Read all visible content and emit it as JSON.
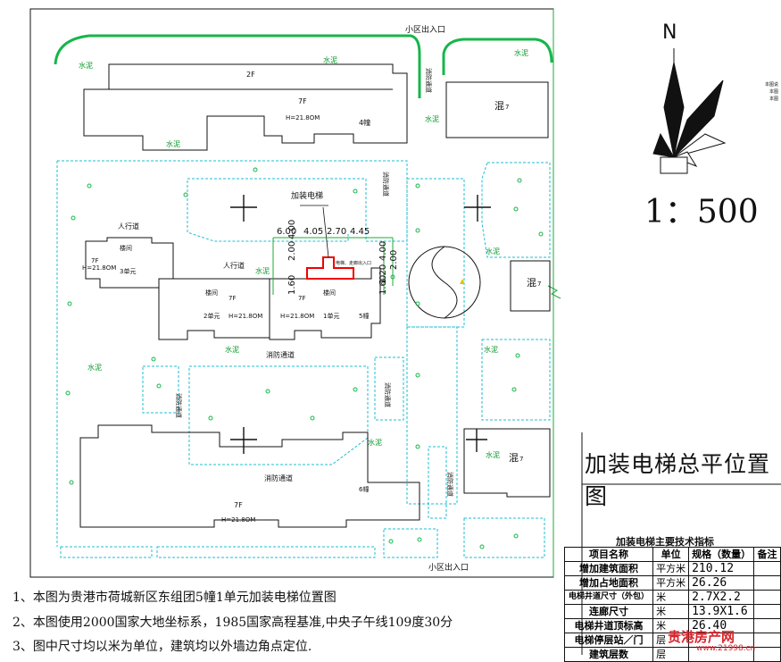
{
  "plan": {
    "exit_top": "小区出入口",
    "exit_bottom": "小区出入口",
    "shui_ni": "水泥",
    "fire_lane": "消防通道",
    "pedestrian": "人行道",
    "add_elevator_label": "加装电梯",
    "stair": "楼间",
    "hun": "混",
    "seven": "7",
    "b4": {
      "floors": "7F",
      "floors2": "2F",
      "height": "H=21.8OM",
      "name": "4幢"
    },
    "b3": {
      "floors": "7F",
      "height": "H=21.8OM",
      "unit": "3单元"
    },
    "b2": {
      "floors": "7F",
      "height": "H=21.8OM",
      "unit": "2单元"
    },
    "b5": {
      "floors": "7F",
      "height": "H=21.8OM",
      "unit": "1单元",
      "name": "5幢"
    },
    "b6": {
      "floors": "7F",
      "height": "H=21.8OM",
      "name": "6幢"
    },
    "dims": {
      "d1": "6.00",
      "d2": "4.05",
      "d3": "2.70",
      "d4": "4.45",
      "v1": "2.00",
      "v2": "4.00",
      "v3": "1.60",
      "v4": "4.00",
      "v5": "1.20",
      "v6": "2.00",
      "v7": "1.60"
    },
    "elevator_note": "电梯、走廊出入口"
  },
  "north": "N",
  "scale": "1：500",
  "plan_title": "加装电梯总平位置图",
  "notes": [
    "1、本图为贵港市荷城新区东组团5幢1单元加装电梯位置图",
    "2、本图使用2000国家大地坐标系，1985国家高程基准,中央子午线109度30分",
    "3、图中尺寸均以米为单位，建筑均以外墙边角点定位."
  ],
  "tech_table": {
    "caption": "加装电梯主要技术指标",
    "headers": [
      "项目名称",
      "单位",
      "规格（数量）",
      "备注"
    ],
    "rows": [
      [
        "增加建筑面积",
        "平方米",
        "210.12",
        ""
      ],
      [
        "增加占地面积",
        "平方米",
        "26.26",
        ""
      ],
      [
        "电梯井道尺寸（外包）",
        "米",
        "2.7X2.2",
        ""
      ],
      [
        "连廊尺寸",
        "米",
        "13.9X1.6",
        ""
      ],
      [
        "电梯井道顶标高",
        "米",
        "26.40",
        ""
      ],
      [
        "电梯停层站／门",
        "层",
        "",
        ""
      ],
      [
        "建筑层数",
        "层",
        "",
        ""
      ]
    ]
  },
  "watermark": {
    "name": "贵港房产网",
    "url": "www.21998.cn"
  },
  "legend_side": {
    "a": "本图说",
    "b": "本图",
    "c": "本图"
  }
}
